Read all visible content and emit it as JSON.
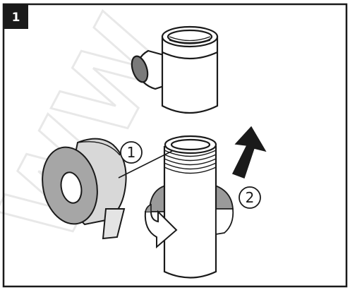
{
  "step": {
    "number": "1"
  },
  "callouts": [
    {
      "label": "1"
    },
    {
      "label": "2"
    }
  ],
  "watermark": {
    "text": "WW"
  },
  "icons": {
    "arrow_up": "up-arrow-icon",
    "arrow_rotate": "rotate-arrow-icon"
  },
  "colors": {
    "frame": "#1a1a1a",
    "tape": "#a6a6a6",
    "tape_dark": "#5a5a5a",
    "background": "#ffffff"
  }
}
